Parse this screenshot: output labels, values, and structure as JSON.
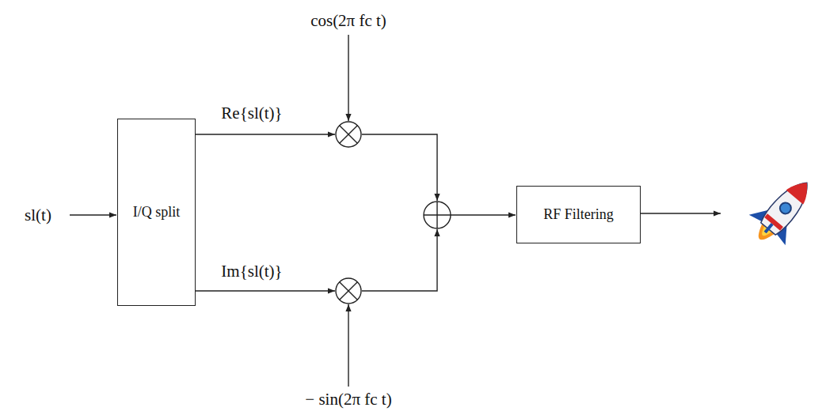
{
  "diagram": {
    "nodes": [
      {
        "text": [
          "I/Q split"
        ]
      },
      {
        "text": [
          "RF Filtering"
        ]
      }
    ],
    "labels": [
      "sl(t)",
      "Re{sl(t)}",
      "Im{sl(t)}",
      "cos(2π fc t)",
      "− sin(2π fc t)"
    ]
  }
}
